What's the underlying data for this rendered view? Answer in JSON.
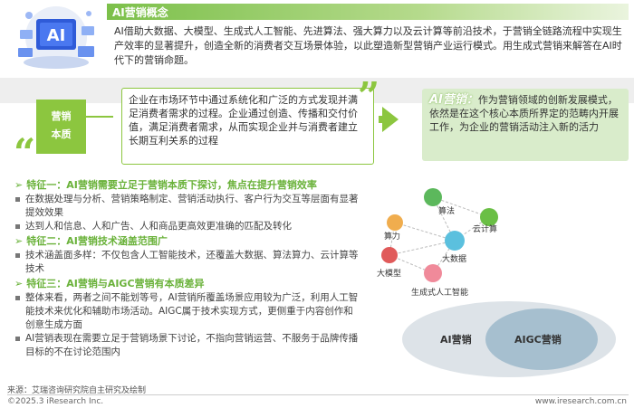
{
  "header": {
    "title": "AI营销概念",
    "hero_label": "AI",
    "intro": "AI借助大数据、大模型、生成式人工智能、先进算法、强大算力以及云计算等前沿技术，于营销全链路流程中实现生产效率的显著提升，创造全新的消费者交互场景体验，以此塑造新型营销产业运行模式。用生成式营销来解答在AI时代下的营销命题。"
  },
  "essence": {
    "label_line1": "营销",
    "label_line2": "本质",
    "quote": "企业在市场环节中通过系统化和广泛的方式发现并满足消费者需求的过程。企业通过创造、传播和交付价值，满足消费者需求，从而实现企业并与消费者建立长期互利关系的过程"
  },
  "ai_marketing": {
    "lead": "AI营销：",
    "text": "作为营销领域的创新发展模式，依然是在这个核心本质所界定的范畴内开展工作，为企业的营销活动注入新的活力"
  },
  "features": [
    {
      "heading": "特征一：AI营销需要立足于营销本质下探讨，焦点在提升营销效率",
      "bullets": [
        "在数据处理与分析、营销策略制定、营销活动执行、客户行为交互等层面有显著提效效果",
        "达到人和信息、人和广告、人和商品更高效更准确的匹配及转化"
      ]
    },
    {
      "heading": "特征二：AI营销技术涵盖范围广",
      "bullets": [
        "技术涵盖面多样：不仅包含人工智能技术，还覆盖大数据、算法算力、云计算等技术"
      ]
    },
    {
      "heading": "特征三：AI营销与AIGC营销有本质差异",
      "bullets": [
        "整体来看，两者之间不能划等号，AI营销所覆盖场景应用较为广泛，利用人工智能技术来优化和辅助市场活动。AIGC属于技术实现方式，更侧重于内容创作和创意生成方面",
        "AI营销表现在需要立足于营销场景下讨论，不指向营销运营、不服务于品牌传播目标的不在讨论范围内"
      ]
    }
  ],
  "diagram": {
    "nodes": [
      {
        "label": "算法",
        "icon": "network-icon",
        "color": "#5cb85c"
      },
      {
        "label": "算力",
        "icon": "chip-icon",
        "color": "#f0ad4e"
      },
      {
        "label": "云计算",
        "icon": "cloud-icon",
        "color": "#6abf45"
      },
      {
        "label": "大数据",
        "icon": "person-data-icon",
        "color": "#5bc0de"
      },
      {
        "label": "大模型",
        "icon": "house-icon",
        "color": "#e05a5a"
      },
      {
        "label": "生成式人工智能",
        "icon": "brain-icon",
        "color": "#f08a9a"
      }
    ]
  },
  "venn": {
    "outer_label": "AI营销",
    "inner_label": "AIGC营销",
    "outer_color": "#dde3e8",
    "inner_color": "#a6bfcf"
  },
  "footer": {
    "source": "来源：艾瑞咨询研究院自主研究及绘制",
    "copyright": "©2025.3 iResearch Inc.",
    "site": "www.iresearch.com.cn"
  },
  "colors": {
    "accent": "#8cc63f"
  }
}
